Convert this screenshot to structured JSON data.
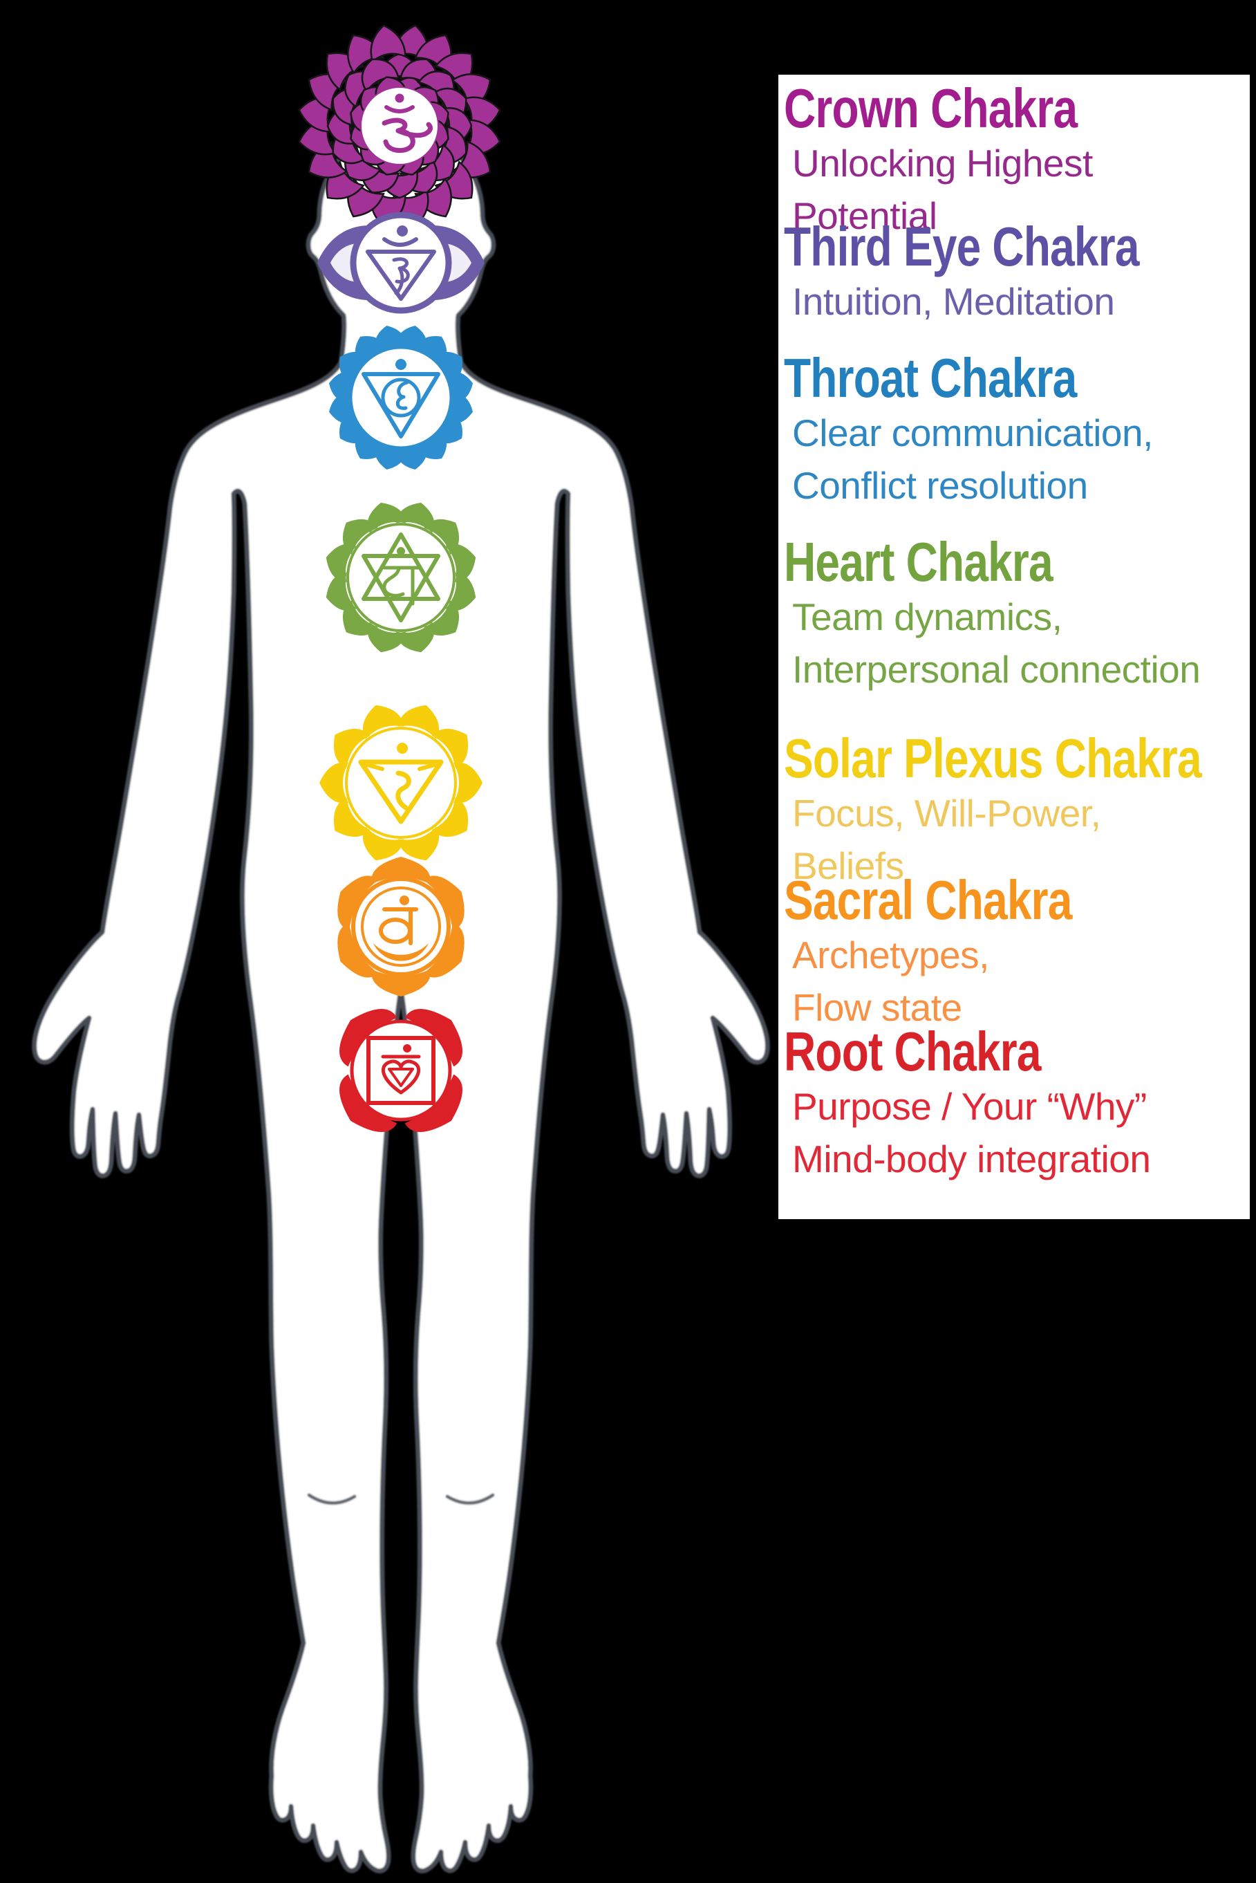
{
  "page": {
    "background": "#000000"
  },
  "figure": {
    "description": "Front-facing human body outline with seven chakra symbols along the midline",
    "chakras": [
      {
        "name": "Crown",
        "glyph": "ॐ",
        "color": "#A23296"
      },
      {
        "name": "Third Eye",
        "glyph": "ॐ",
        "color": "#6C5DA9"
      },
      {
        "name": "Throat",
        "glyph": "हं",
        "color": "#2E8FD0"
      },
      {
        "name": "Heart",
        "glyph": "यं",
        "color": "#7AA845"
      },
      {
        "name": "Solar Plexus",
        "glyph": "रं",
        "color": "#F6CE0C"
      },
      {
        "name": "Sacral",
        "glyph": "वं",
        "color": "#F5921E"
      },
      {
        "name": "Root",
        "glyph": "लं",
        "color": "#DB2027"
      }
    ]
  },
  "panel": {
    "background": "#FFFFFF",
    "sections": [
      {
        "title": "Crown Chakra",
        "title_color": "#A21D8D",
        "desc_color": "#962A8C",
        "desc_lines": [
          "Unlocking Highest",
          "Potential"
        ]
      },
      {
        "title": "Third Eye Chakra",
        "title_color": "#5C51A5",
        "desc_color": "#6B60AC",
        "desc_lines": [
          "Intuition, Meditation"
        ]
      },
      {
        "title": "Throat Chakra",
        "title_color": "#2380BF",
        "desc_color": "#2E86C3",
        "desc_lines": [
          "Clear communication,",
          "Conflict resolution"
        ]
      },
      {
        "title": "Heart Chakra",
        "title_color": "#73A33E",
        "desc_color": "#76A546",
        "desc_lines": [
          "Team dynamics,",
          "Interpersonal connection"
        ]
      },
      {
        "title": "Solar Plexus Chakra",
        "title_color": "#F2CE14",
        "desc_color": "#EFC75D",
        "desc_lines": [
          "Focus, Will-Power,",
          "Beliefs"
        ]
      },
      {
        "title": "Sacral Chakra",
        "title_color": "#F7941E",
        "desc_color": "#F89143",
        "desc_lines": [
          "Archetypes,",
          "Flow state"
        ]
      },
      {
        "title": "Root Chakra",
        "title_color": "#D8232A",
        "desc_color": "#E02837",
        "desc_lines": [
          "Purpose / Your “Why”",
          "Mind-body integration"
        ]
      }
    ]
  }
}
